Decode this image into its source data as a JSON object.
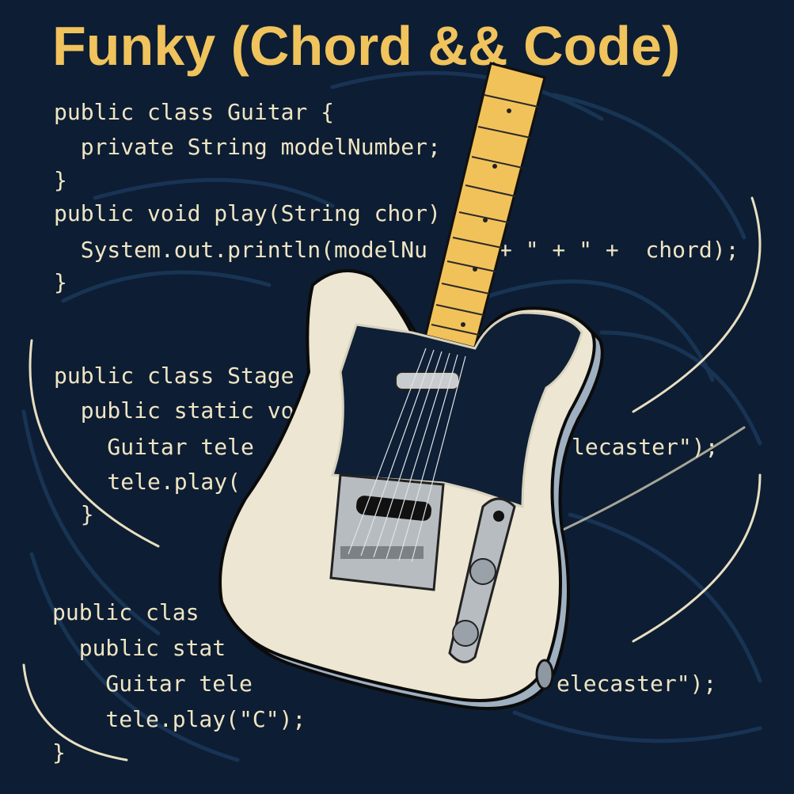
{
  "title": "Funky (Chord && Code)",
  "code_lines": [
    "public class Guitar {",
    "  private String modelNumber;",
    "}",
    "public void play(String chor)",
    "  System.out.println(modelNu",
    "+ \" + \" +  chord);",
    "}",
    "public class Stage",
    "  public static vo",
    "    Guitar tele",
    "lecaster\");",
    "    tele.play(",
    "  }",
    "public clas",
    "  public stat",
    "    Guitar tele",
    "elecaster\");",
    "    tele.play(\"C\");",
    "}"
  ],
  "colors": {
    "background": "#0d1d33",
    "title": "#f0c35c",
    "code": "#efe5c3",
    "guitar_body": "#ece6d2",
    "pickguard": "#0f1f35",
    "neck": "#f2c25a"
  }
}
